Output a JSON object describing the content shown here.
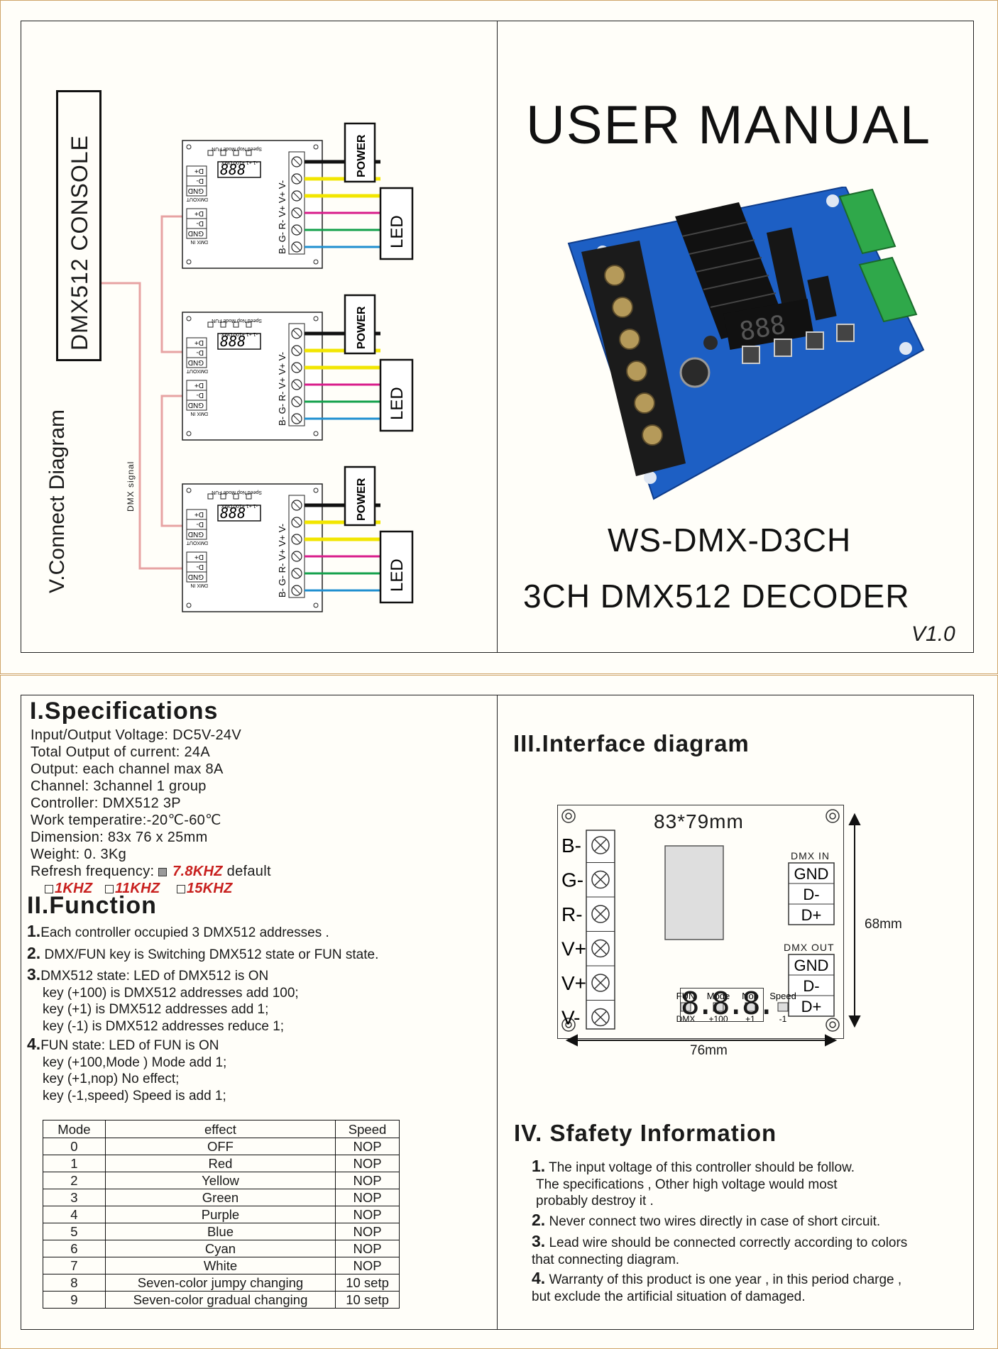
{
  "cover": {
    "title": "USER MANUAL",
    "model": "WS-DMX-D3CH",
    "product": "3CH DMX512 DECODER",
    "version": "V1.0"
  },
  "connect_diagram": {
    "title": "V.Connect Diagram",
    "console_label": "DMX512 CONSOLE",
    "signal_label": "DMX  signal",
    "power_label": "POWER",
    "led_label": "LED",
    "terminal_labels": "B-  G-  R-  V+  V+  V-",
    "dmx_out_label": "DMXOUT",
    "dmx_in_label": "DMX IN",
    "pins": [
      "D+",
      "D-",
      "GND"
    ],
    "display": "888",
    "key_labels": "Speed  Nop  Mode  FUN",
    "key_sub_labels": "-1  +1  +100  DMX"
  },
  "specifications": {
    "heading": "I.Specifications",
    "lines": [
      "Input/Output Voltage: DC5V-24V",
      "Total Output of current: 24A",
      "Output:  each channel max 8A",
      "Channel: 3channel 1 group",
      "Controller: DMX512  3P",
      "Work temperatire:-20℃-60℃",
      "Dimension: 83x 76 x 25mm",
      "Weight: 0. 3Kg"
    ],
    "refresh_label": "Refresh frequency:",
    "refresh_default_value": "7.8KHZ",
    "refresh_default_suffix": "default",
    "refresh_options": [
      "1KHZ",
      "11KHZ",
      "15KHZ"
    ]
  },
  "function": {
    "heading": "II.Function",
    "items": [
      {
        "num": "1.",
        "text": "Each  controller  occupied 3 DMX512 addresses ."
      },
      {
        "num": "2.",
        "text": " DMX/FUN key is Switching  DMX512  state or FUN state."
      },
      {
        "num": "3.",
        "text": "DMX512  state:  LED of DMX512 is ON"
      },
      {
        "num": "4.",
        "text": "FUN  state:  LED of FUN  is ON"
      }
    ],
    "dmx_sub": [
      "key (+100) is DMX512  addresses   add 100;",
      "key (+1) is DMX512  addresses   add 1;",
      "key (-1) is DMX512  addresses   reduce 1;"
    ],
    "fun_sub": [
      "key (+100,Mode )  Mode  add 1;",
      "key (+1,nop)  No effect;",
      "key (-1,speed) Speed is add 1;"
    ]
  },
  "mode_table": {
    "headers": [
      "Mode",
      "effect",
      "Speed"
    ],
    "rows": [
      [
        "0",
        "OFF",
        "NOP"
      ],
      [
        "1",
        "Red",
        "NOP"
      ],
      [
        "2",
        "Yellow",
        "NOP"
      ],
      [
        "3",
        "Green",
        "NOP"
      ],
      [
        "4",
        "Purple",
        "NOP"
      ],
      [
        "5",
        "Blue",
        "NOP"
      ],
      [
        "6",
        "Cyan",
        "NOP"
      ],
      [
        "7",
        "White",
        "NOP"
      ],
      [
        "8",
        "Seven-color jumpy changing",
        "10 setp"
      ],
      [
        "9",
        "Seven-color gradual changing",
        "10 setp"
      ]
    ]
  },
  "interface": {
    "heading": "III.Interface diagram",
    "board_size": "83*79mm",
    "terminals": [
      "B-",
      "G-",
      "R-",
      "V+",
      "V+",
      "V-"
    ],
    "dmx_in_label": "DMX IN",
    "dmx_out_label": "DMX OUT",
    "pins": [
      "GND",
      "D-",
      "D+"
    ],
    "display": "8.8.8.",
    "keys": [
      {
        "top": "FUN",
        "bottom": "DMX"
      },
      {
        "top": "Mode",
        "bottom": "+100"
      },
      {
        "top": "Nop",
        "bottom": "+1"
      },
      {
        "top": "Speed",
        "bottom": "-1"
      }
    ],
    "height_dim": "68mm",
    "width_dim": "76mm"
  },
  "safety": {
    "heading": "IV. Sfafety Information",
    "items": [
      {
        "num": "1.",
        "lines": [
          "The input voltage of this controller should be follow.",
          "The specifications , Other high voltage would most",
          "probably destroy it ."
        ]
      },
      {
        "num": "2.",
        "lines": [
          "Never connect two wires directly in case of short circuit."
        ]
      },
      {
        "num": "3.",
        "lines": [
          "Lead wire should be connected correctly according to colors",
          "that connecting diagram."
        ]
      },
      {
        "num": "4.",
        "lines": [
          "Warranty of this product is one year , in this period charge ,",
          "but exclude the artificial situation of damaged."
        ]
      }
    ]
  },
  "colors": {
    "accent_red": "#c8201e",
    "wire_black": "#111111",
    "wire_yellow": "#f2e600",
    "wire_red": "#d81b8a",
    "wire_green": "#12a04a",
    "wire_blue": "#1f8fd0",
    "signal_line": "#e7a3a3",
    "pcb_blue": "#1d5fc4"
  }
}
